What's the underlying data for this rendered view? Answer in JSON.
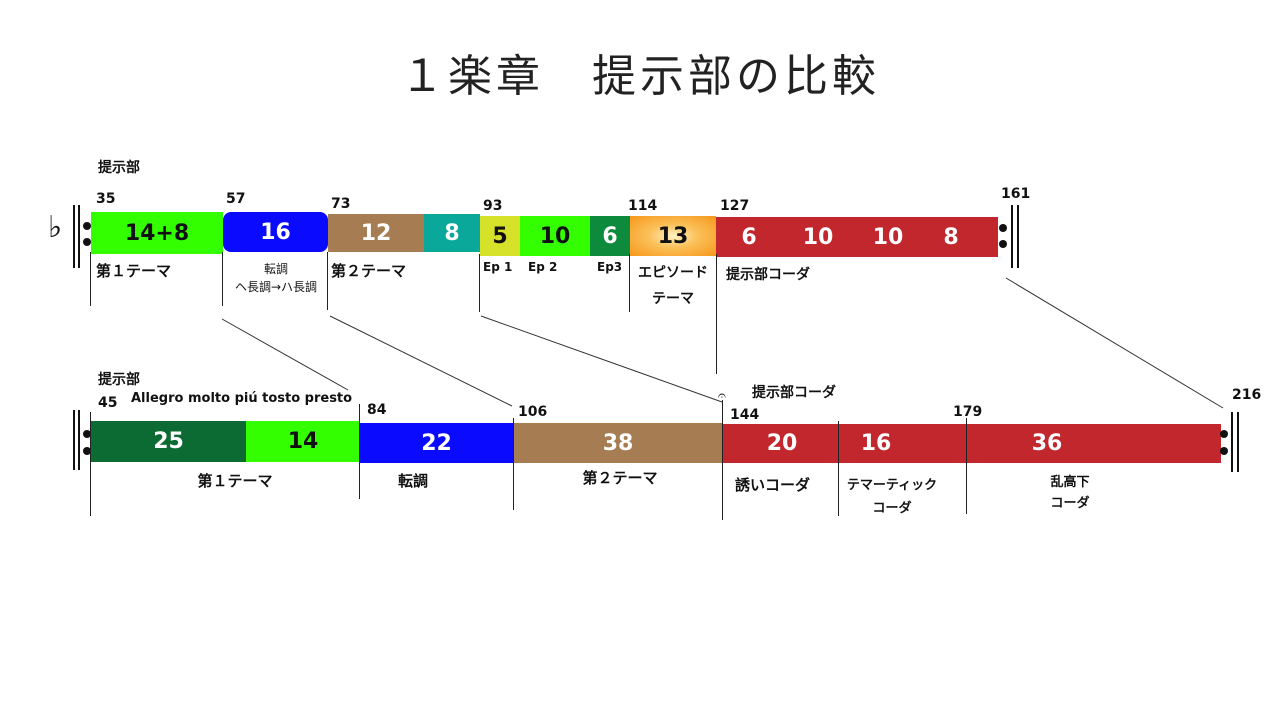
{
  "title": "１楽章　提示部の比較",
  "flat_glyph": "♭",
  "fermata": "𝄐",
  "top": {
    "section_label": "提示部",
    "measures": [
      "35",
      "57",
      "73",
      "93",
      "114",
      "127",
      "161"
    ],
    "segments": [
      "14+8",
      "16",
      "12",
      "8",
      "5",
      "10",
      "6",
      "13",
      "6",
      "10",
      "10",
      "8"
    ],
    "labels": {
      "theme1": "第１テーマ",
      "modulation": "転調",
      "modulation_detail": "ヘ長調→ハ長調",
      "theme2": "第２テーマ",
      "ep1": "Ep 1",
      "ep2": "Ep 2",
      "ep3": "Ep3",
      "episode_theme_line1": "エピソード",
      "episode_theme_line2": "テーマ",
      "coda": "提示部コーダ"
    }
  },
  "bottom": {
    "section_label": "提示部",
    "tempo": "Allegro molto piú tosto presto",
    "measures": [
      "45",
      "84",
      "106",
      "144",
      "179",
      "216"
    ],
    "segments": [
      "25",
      "14",
      "22",
      "38",
      "20",
      "16",
      "36"
    ],
    "labels": {
      "coda_header": "提示部コーダ",
      "theme1": "第１テーマ",
      "modulation": "転調",
      "theme2": "第２テーマ",
      "coda_invite": "誘いコーダ",
      "coda_thematic_line1": "テマーティック",
      "coda_thematic_line2": "コーダ",
      "coda_chaotic_line1": "乱高下",
      "coda_chaotic_line2": "コーダ"
    }
  },
  "colors": {
    "light_green": "#33ff00",
    "dark_green": "#0c6a33",
    "blue": "#0a0aff",
    "brown": "#a67c52",
    "teal": "#0aa89a",
    "yellow_green": "#d6e22a",
    "green_ep": "#0d8a3c",
    "orange": "#f7a21a",
    "red": "#c1272d"
  }
}
